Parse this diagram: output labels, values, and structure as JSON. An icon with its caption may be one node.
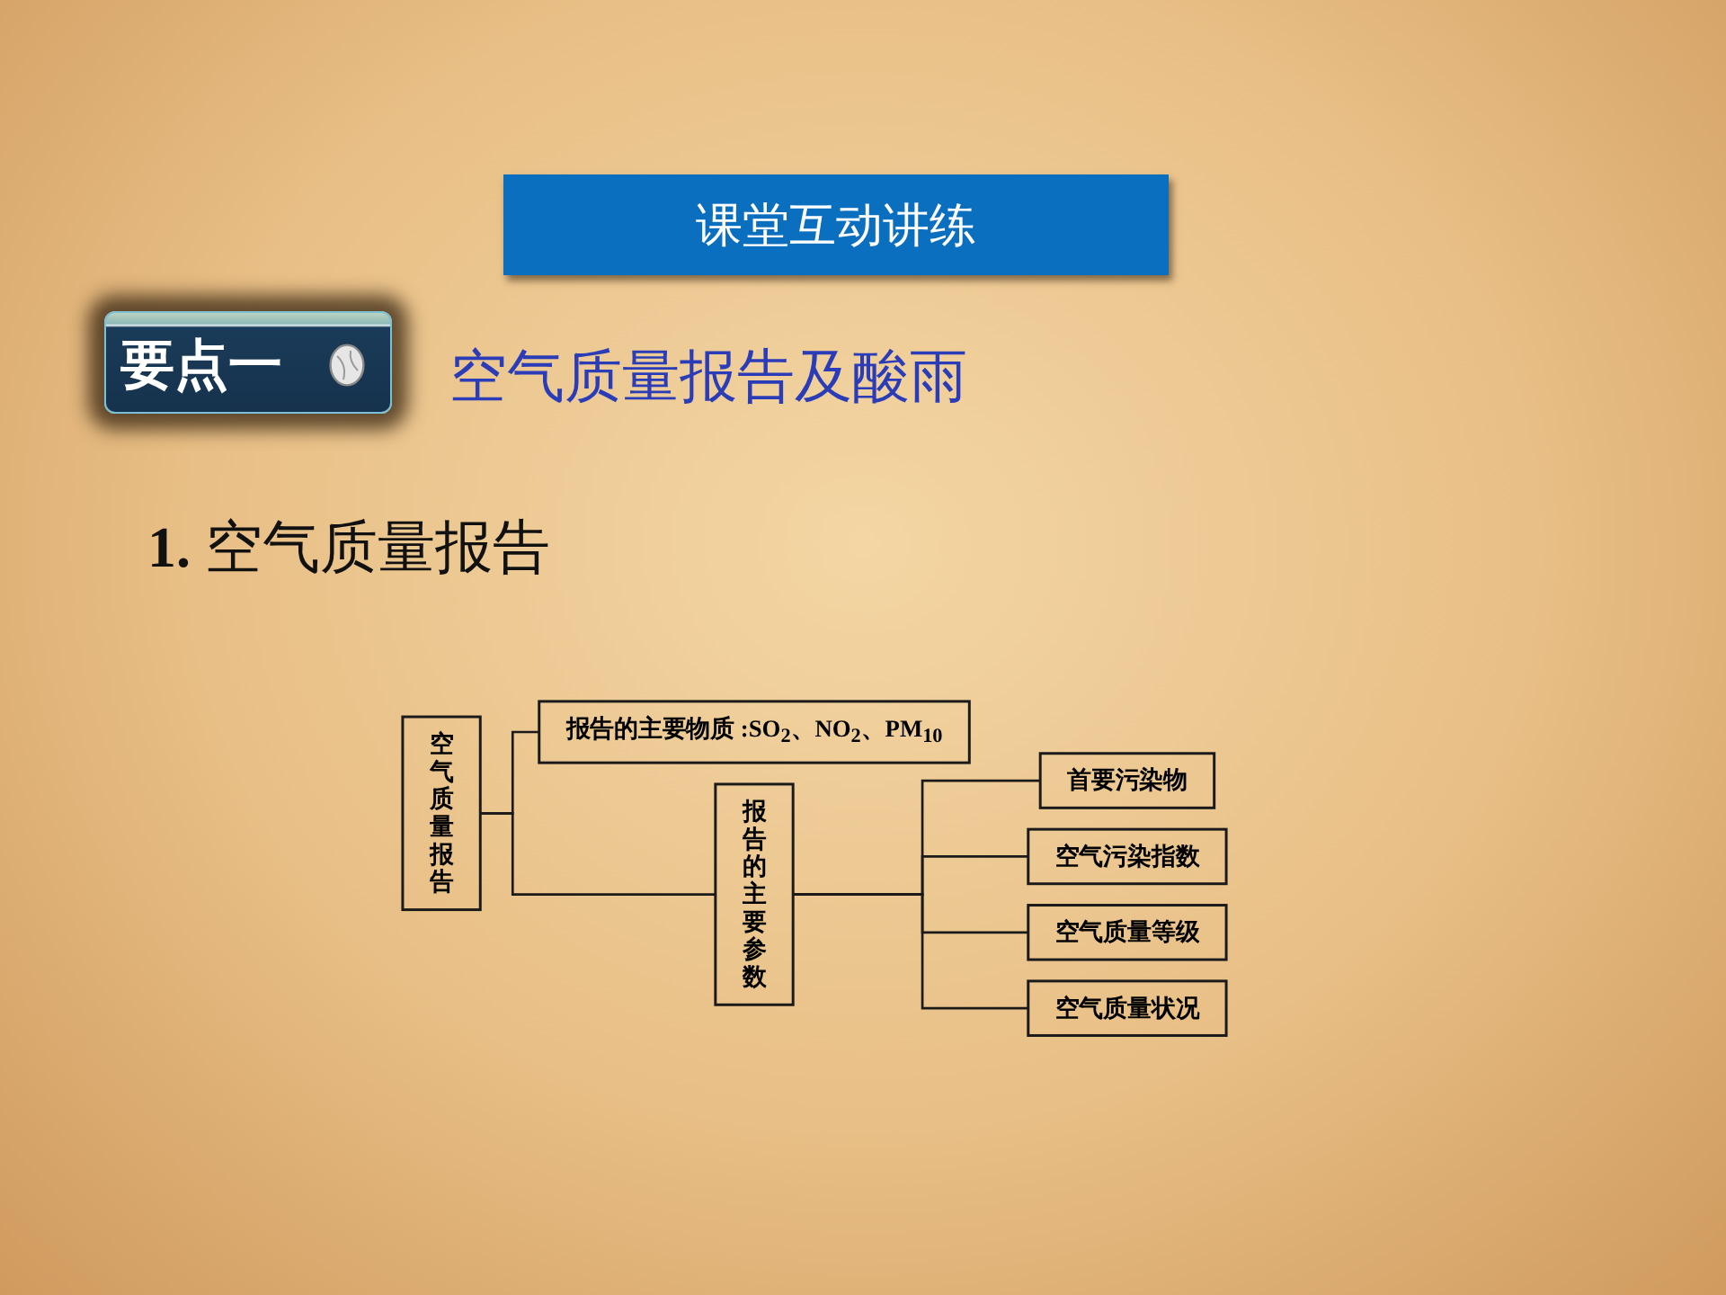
{
  "diagram": {
    "title": "课堂互动讲练",
    "nodes": [
      {
        "text": [
          "空气质量报告"
        ]
      },
      {
        "text": [
          "报告的主要物质 :SO$_{2}$、NO$_{2}$、PM$_{10}$"
        ]
      },
      {
        "text": [
          "报告的主要参数"
        ]
      },
      {
        "text": [
          "首要污染物"
        ]
      },
      {
        "text": [
          "空气污染指数"
        ]
      },
      {
        "text": [
          "空气质量等级"
        ]
      },
      {
        "text": [
          "空气质量状况"
        ]
      }
    ],
    "edges": [
      {
        "from": 0,
        "to": 1,
        "arrow": "none"
      },
      {
        "from": 0,
        "to": 2,
        "arrow": "none"
      },
      {
        "from": 2,
        "to": 3,
        "arrow": "none"
      },
      {
        "from": 2,
        "to": 4,
        "arrow": "none"
      },
      {
        "from": 2,
        "to": 5,
        "arrow": "none"
      },
      {
        "from": 2,
        "to": 6,
        "arrow": "none"
      }
    ],
    "labels": [
      "要点一",
      "空气质量报告及酸雨",
      "**1.** 空气质量报告"
    ]
  }
}
